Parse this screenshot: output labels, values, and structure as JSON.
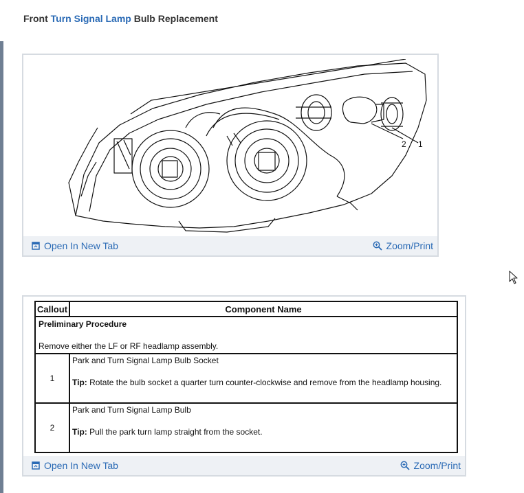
{
  "page": {
    "title_prefix": "Front",
    "title_highlight": "Turn Signal Lamp",
    "title_suffix": "Bulb Replacement"
  },
  "figure": {
    "callout_1": "1",
    "callout_2": "2",
    "open_tab_label": "Open In New Tab",
    "zoom_label": "Zoom/Print"
  },
  "procedure_table": {
    "header_callout": "Callout",
    "header_component": "Component Name",
    "preliminary_heading": "Preliminary Procedure",
    "preliminary_text": "Remove either the LF or RF headlamp assembly.",
    "rows": [
      {
        "callout": "1",
        "component": "Park and Turn Signal Lamp Bulb Socket",
        "tip_label": "Tip:",
        "tip_text": " Rotate the bulb socket a quarter turn counter-clockwise and remove from the headlamp housing."
      },
      {
        "callout": "2",
        "component": "Park and Turn Signal Lamp Bulb",
        "tip_label": "Tip:",
        "tip_text": " Pull the park turn lamp straight from the socket."
      }
    ],
    "open_tab_label": "Open In New Tab",
    "zoom_label": "Zoom/Print"
  },
  "colors": {
    "link": "#2a6ab5",
    "footer_bg": "#eef1f5",
    "card_border": "#d6dbe1"
  },
  "icons": [
    "open-tab-icon",
    "zoom-icon",
    "mouse-cursor-icon"
  ]
}
